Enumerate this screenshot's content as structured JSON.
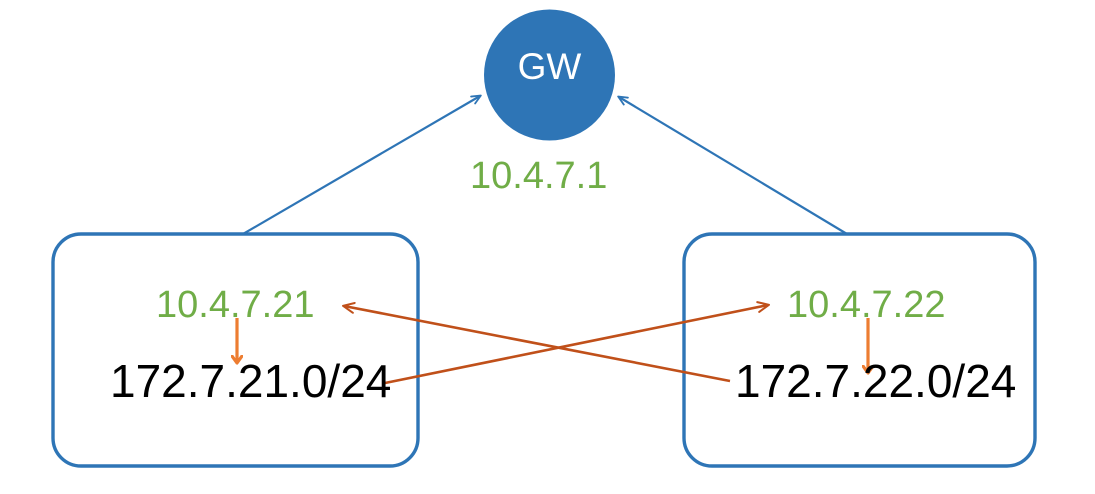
{
  "diagram": {
    "type": "network-topology",
    "background_color": "#FFFFFF",
    "palette": {
      "node_fill": "#2E75B6",
      "node_stroke": "#2E75B6",
      "box_stroke": "#2E75B6",
      "uplink_line": "#2E75B6",
      "green_text": "#70AD47",
      "black_text": "#000000",
      "cross_arrow": "#C0501A",
      "down_arrow": "#ED7D31",
      "gw_text": "#FFFFFF"
    },
    "gateway": {
      "shape": "circle",
      "label": "GW",
      "ip": "10.4.7.1"
    },
    "sites": [
      {
        "name": "left-site",
        "shape": "rounded-rectangle",
        "tunnel_ip": "10.4.7.21",
        "subnet": "172.7.21.0/24"
      },
      {
        "name": "right-site",
        "shape": "rounded-rectangle",
        "tunnel_ip": "10.4.7.22",
        "subnet": "172.7.22.0/24"
      }
    ],
    "connections": [
      {
        "name": "left-site-to-gateway",
        "from": "left-site",
        "to": "gateway",
        "color": "#2E75B6",
        "arrowhead": "to-gateway"
      },
      {
        "name": "right-site-to-gateway",
        "from": "right-site",
        "to": "gateway",
        "color": "#2E75B6",
        "arrowhead": "to-gateway"
      },
      {
        "name": "right-subnet-to-left-tunnel-ip",
        "from": "right-site-subnet",
        "to": "left-site-tunnel-ip",
        "color": "#C0501A",
        "arrowhead": "to-left-tunnel-ip"
      },
      {
        "name": "left-subnet-to-right-tunnel-ip",
        "from": "left-site-subnet",
        "to": "right-site-tunnel-ip",
        "color": "#C0501A",
        "arrowhead": "to-right-tunnel-ip"
      },
      {
        "name": "left-tunnel-ip-to-subnet",
        "from": "left-site-tunnel-ip",
        "to": "left-site-subnet",
        "color": "#ED7D31",
        "arrowhead": "down"
      },
      {
        "name": "right-tunnel-ip-to-subnet",
        "from": "right-site-tunnel-ip",
        "to": "right-site-subnet",
        "color": "#ED7D31",
        "arrowhead": "down"
      }
    ]
  }
}
